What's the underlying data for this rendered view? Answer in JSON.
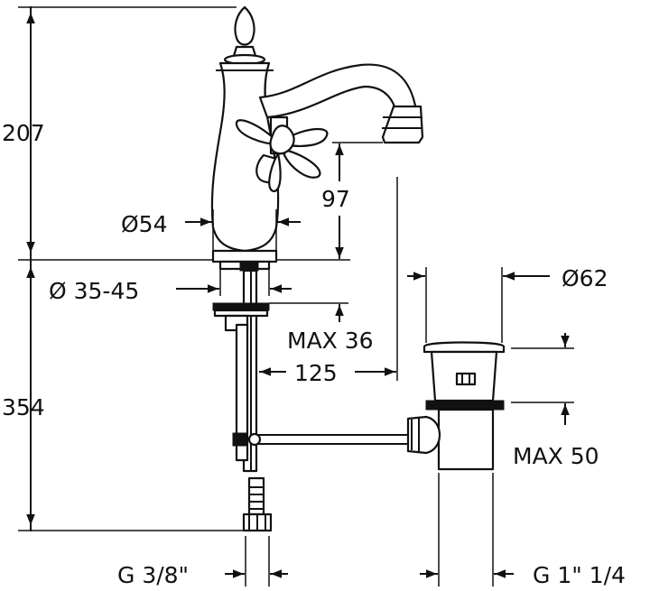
{
  "dimensions": {
    "total_top_height": "207",
    "total_bottom_height": "354",
    "body_diameter": "Ø54",
    "hole_diameter": "Ø 35-45",
    "spout_height": "97",
    "max_deck_thickness": "MAX 36",
    "spout_reach": "125",
    "waste_diameter": "Ø62",
    "max_basin_thickness": "MAX 50",
    "tap_connection": "G 3/8\"",
    "waste_connection": "G 1\" 1/4"
  }
}
